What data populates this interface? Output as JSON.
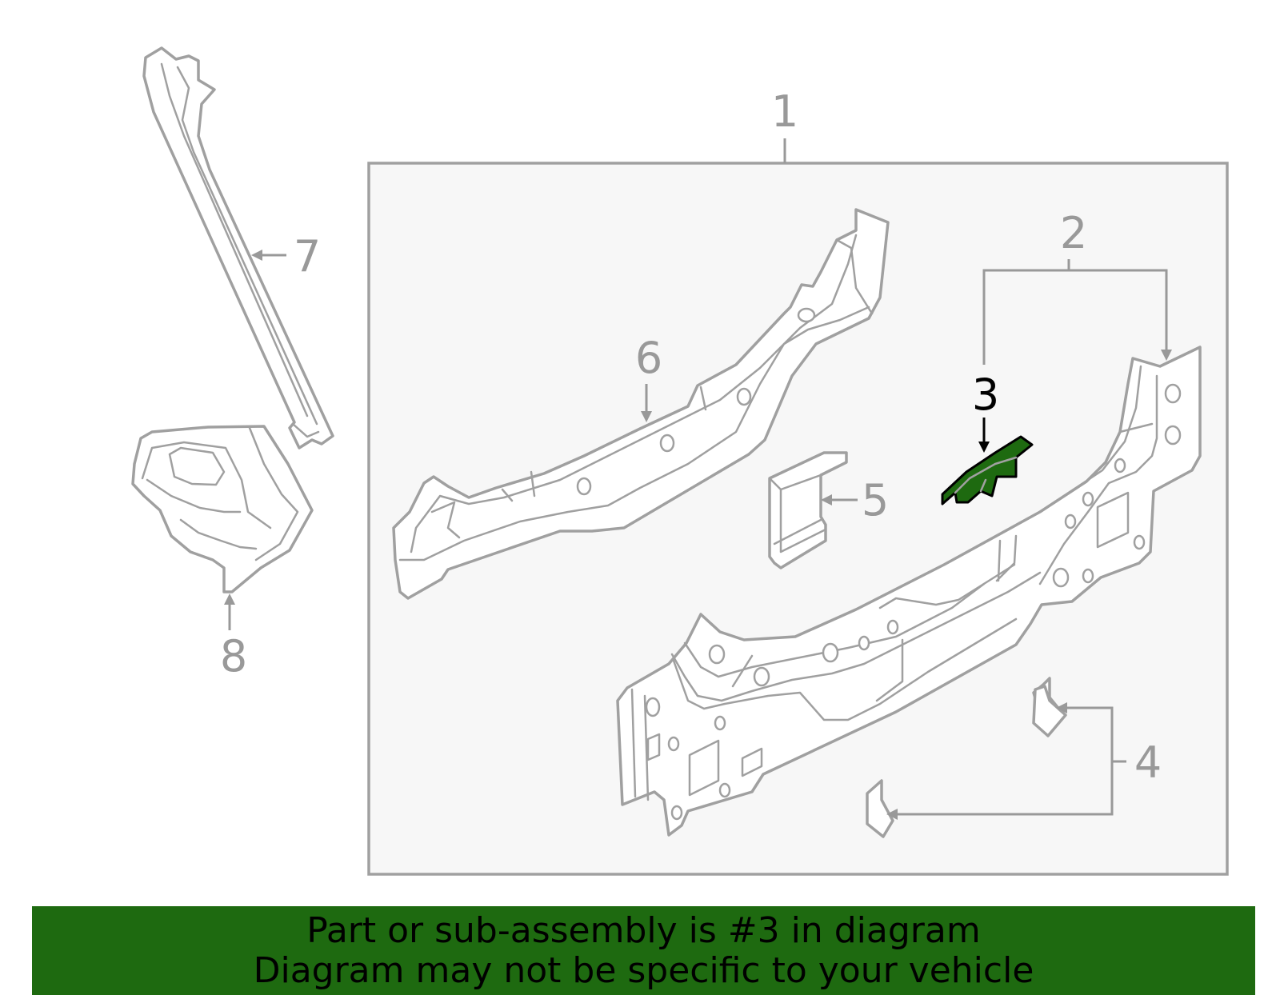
{
  "callouts": {
    "c1": "1",
    "c2": "2",
    "c3": "3",
    "c4": "4",
    "c5": "5",
    "c6": "6",
    "c7": "7",
    "c8": "8"
  },
  "highlighted_part": "3",
  "colors": {
    "highlight": "#1e6a10",
    "line": "#a0a0a0",
    "panel": "#f7f7f7"
  },
  "banner": {
    "line1": "Part or sub-assembly is #3 in diagram",
    "line2": "Diagram may not be specific to your vehicle"
  }
}
